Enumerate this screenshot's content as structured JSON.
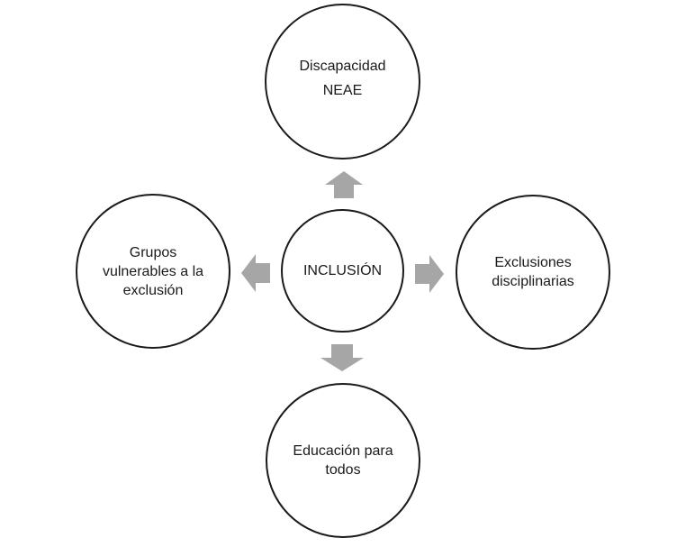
{
  "diagram": {
    "center": {
      "label": "INCLUSIÓN"
    },
    "top": {
      "line1": "Discapacidad",
      "line2": "NEAE"
    },
    "left": {
      "label": "Grupos vulnerables a la exclusión"
    },
    "right": {
      "label": "Exclusiones disciplinarias"
    },
    "bottom": {
      "label": "Educación para todos"
    }
  },
  "colors": {
    "arrow": "#a6a6a6",
    "border": "#1a1a1a"
  }
}
